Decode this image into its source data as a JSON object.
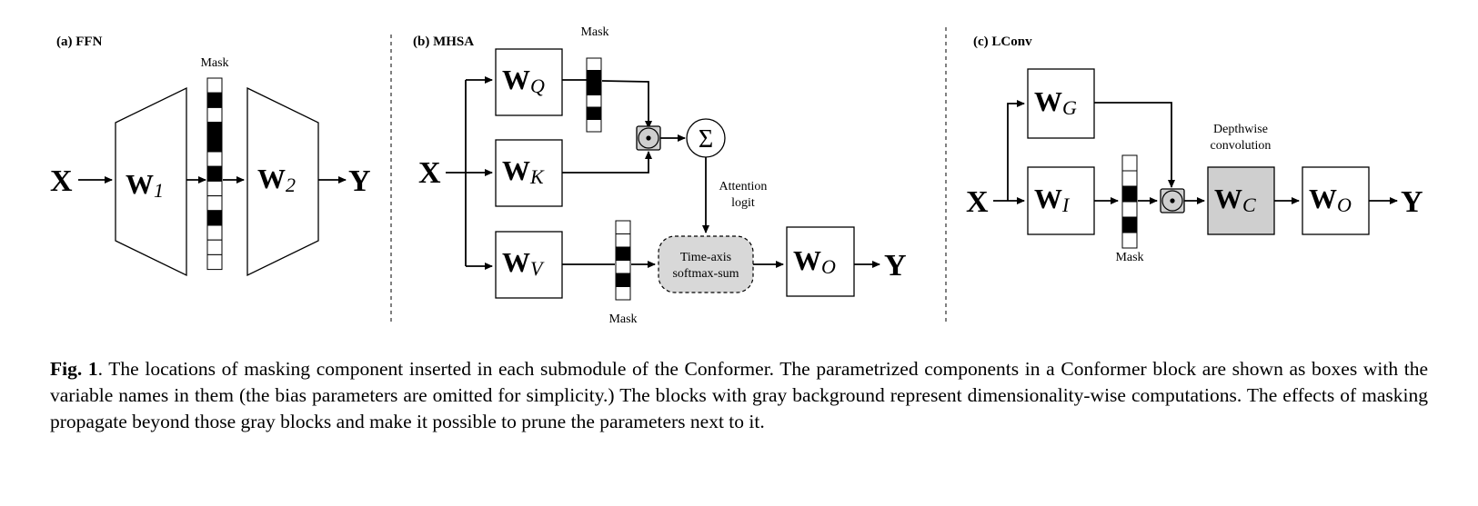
{
  "panels": {
    "ffn": {
      "title": "(a) FFN",
      "input": "X",
      "output": "Y",
      "w1": {
        "main": "W",
        "sub": "1"
      },
      "w2": {
        "main": "W",
        "sub": "2"
      },
      "mask_label": "Mask",
      "mask_pattern": [
        0,
        1,
        0,
        1,
        1,
        0,
        1,
        0,
        0,
        1,
        0,
        0,
        0
      ]
    },
    "mhsa": {
      "title": "(b) MHSA",
      "input": "X",
      "output": "Y",
      "wq": {
        "main": "W",
        "sub": "Q"
      },
      "wk": {
        "main": "W",
        "sub": "K"
      },
      "wv": {
        "main": "W",
        "sub": "V"
      },
      "wo": {
        "main": "W",
        "sub": "O"
      },
      "mask_label_top": "Mask",
      "mask_label_bottom": "Mask",
      "mask_top_pattern": [
        0,
        1,
        1,
        0,
        1,
        0
      ],
      "mask_bottom_pattern": [
        0,
        0,
        1,
        0,
        1,
        0
      ],
      "odot": "⊙",
      "sum": "Σ",
      "attention_line1": "Attention",
      "attention_line2": "logit",
      "softmax_line1": "Time-axis",
      "softmax_line2": "softmax-sum"
    },
    "lconv": {
      "title": "(c) LConv",
      "input": "X",
      "output": "Y",
      "wg": {
        "main": "W",
        "sub": "G"
      },
      "wi": {
        "main": "W",
        "sub": "I"
      },
      "wc": {
        "main": "W",
        "sub": "C"
      },
      "wo": {
        "main": "W",
        "sub": "O"
      },
      "mask_label": "Mask",
      "mask_pattern": [
        0,
        0,
        1,
        0,
        1,
        0
      ],
      "odot": "⊙",
      "depthwise_line1": "Depthwise",
      "depthwise_line2": "convolution"
    }
  },
  "caption": {
    "label": "Fig. 1",
    "text": ". The locations of masking component inserted in each submodule of the Conformer. The parametrized components in a Conformer block are shown as boxes with the variable names in them (the bias parameters are omitted for simplicity.) The blocks with gray background represent dimensionality-wise computations. The effects of masking propagate beyond those gray blocks and make it possible to prune the parameters next to it."
  }
}
